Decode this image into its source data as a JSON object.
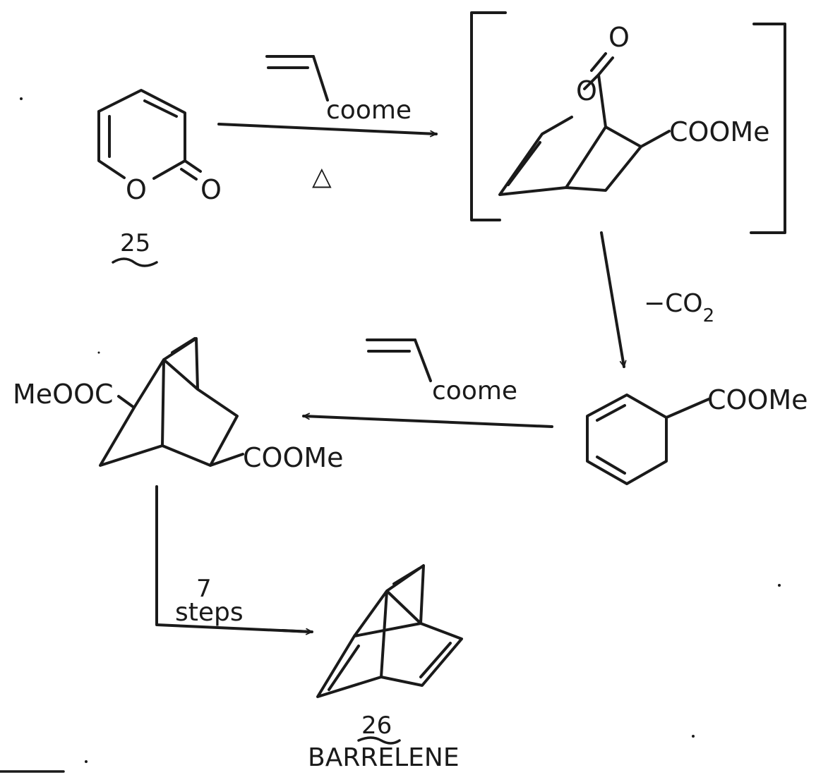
{
  "compounds": {
    "pyrone": {
      "number": "25",
      "ring_oxygen": "O",
      "carbonyl_oxygen": "O"
    },
    "lactone_adduct": {
      "ring_oxygen": "O",
      "carbonyl_oxygen": "O",
      "substituent": "COOMe"
    },
    "cyclohexadiene": {
      "substituent": "COOMe"
    },
    "diester": {
      "substituent_left": "MeOOC",
      "substituent_right": "COOMe"
    },
    "barrelene": {
      "number": "26",
      "name": "BARRELENE"
    }
  },
  "reagents": {
    "step1": {
      "reagent": "coome",
      "condition": "△"
    },
    "step2": {
      "loss": "−CO",
      "loss_subscript": "2"
    },
    "step3": {
      "reagent": "coome"
    },
    "step4": {
      "count": "7",
      "unit": "steps"
    }
  }
}
